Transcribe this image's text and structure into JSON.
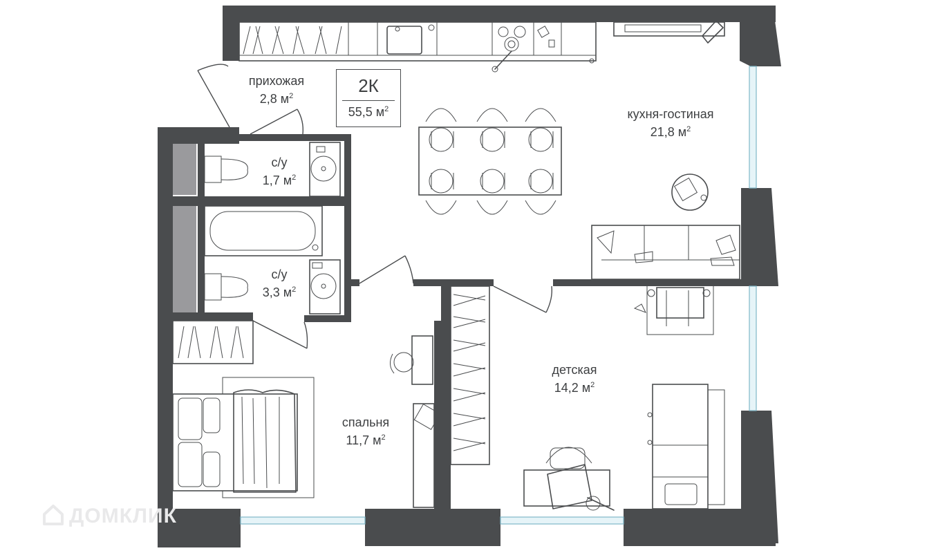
{
  "apartment": {
    "type": "2К",
    "total_area": "55,5 м",
    "area_unit_sup": "2"
  },
  "rooms": [
    {
      "name": "прихожая",
      "area": "2,8 м",
      "sup": "2"
    },
    {
      "name": "кухня-гостиная",
      "area": "21,8 м",
      "sup": "2"
    },
    {
      "name": "с/у",
      "area": "1,7 м",
      "sup": "2"
    },
    {
      "name": "с/у",
      "area": "3,3 м",
      "sup": "2"
    },
    {
      "name": "детская",
      "area": "14,2 м",
      "sup": "2"
    },
    {
      "name": "спальня",
      "area": "11,7 м",
      "sup": "2"
    }
  ],
  "watermark": {
    "text": "ДОМКЛИК"
  },
  "colors": {
    "wall": "#4a4c4e",
    "glass": "#e6f4f8",
    "glass_edge": "#7fb8c8",
    "text": "#3d3f41"
  }
}
